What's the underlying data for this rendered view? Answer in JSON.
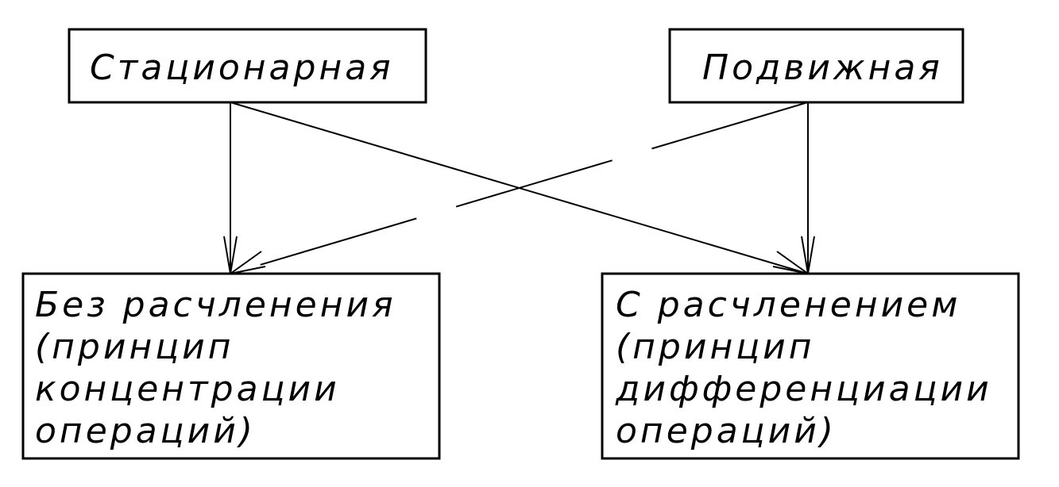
{
  "nodes": {
    "stationary": {
      "label": "Стационарная"
    },
    "movable": {
      "label": "Подвижная"
    },
    "without_division": {
      "lines": [
        "Без расчленения",
        "(принцип",
        "концентрации",
        "операций)"
      ]
    },
    "with_division": {
      "lines": [
        "С расчленением",
        "(принцип",
        "дифференциации",
        "операций)"
      ]
    }
  },
  "edges": [
    {
      "from": "stationary",
      "to": "without_division",
      "style": "solid"
    },
    {
      "from": "stationary",
      "to": "with_division",
      "style": "solid"
    },
    {
      "from": "movable",
      "to": "with_division",
      "style": "solid"
    },
    {
      "from": "movable",
      "to": "without_division",
      "style": "dashed"
    }
  ],
  "colors": {
    "line": "#000000",
    "background": "#ffffff"
  }
}
